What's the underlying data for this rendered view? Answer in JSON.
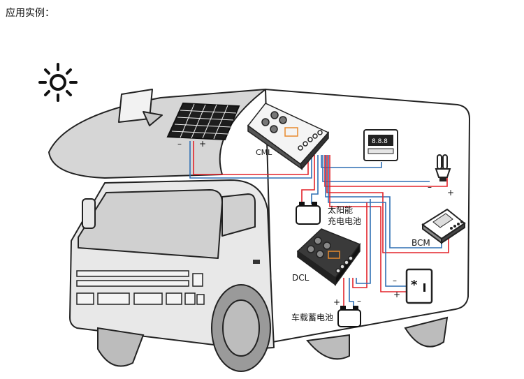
{
  "page": {
    "title": "应用实例："
  },
  "diagram": {
    "solar_panel": {
      "minus": "–",
      "plus": "+"
    },
    "controller_cml": {
      "label": "CML"
    },
    "solar_battery": {
      "line1": "太阳能",
      "line2": "充电电池"
    },
    "controller_dcl": {
      "label": "DCL"
    },
    "vehicle_battery": {
      "label": "车载蓄电池",
      "plus": "+",
      "minus": "–"
    },
    "lamp": {
      "minus": "–",
      "plus": "+"
    },
    "bcm": {
      "label": "BCM"
    },
    "fridge": {
      "minus": "–",
      "plus": "+"
    },
    "display": {
      "digits": "8.8.8"
    }
  },
  "colors": {
    "positive_wire": "#e3232a",
    "negative_wire": "#2f6fb4",
    "body_gray": "#d9d9d9",
    "outline": "#222222"
  }
}
